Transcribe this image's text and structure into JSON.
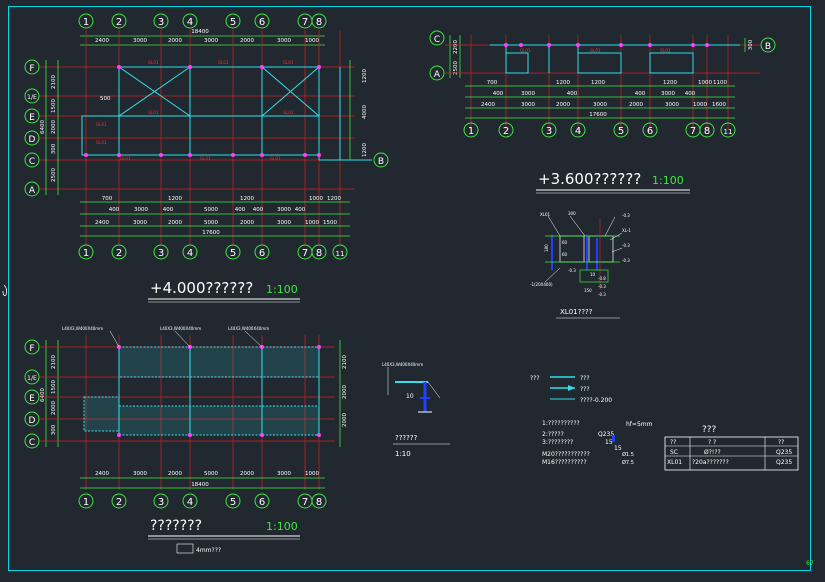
{
  "plan1": {
    "grid_numbers": [
      "1",
      "2",
      "3",
      "4",
      "5",
      "6",
      "7",
      "8"
    ],
    "bottom_extra": "11",
    "letters": [
      "F",
      "1/E",
      "E",
      "D",
      "C",
      "A"
    ],
    "top_total": "18400",
    "top_dims": [
      "2400",
      "3000",
      "2000",
      "3000",
      "2000",
      "3000",
      "1000"
    ],
    "bottom_row1": [
      "700",
      "1200",
      "1200",
      "1000",
      "1200"
    ],
    "bottom_row2": [
      "400",
      "3000",
      "400",
      "5000",
      "400",
      "400",
      "3000",
      "400"
    ],
    "bottom_row3": [
      "2400",
      "3000",
      "2000",
      "5000",
      "2000",
      "3000",
      "1000",
      "1500"
    ],
    "bottom_total": "17600",
    "left_dims": [
      "2100",
      "1500",
      "2000",
      "300",
      "2500"
    ],
    "left_total": "6400",
    "right_dims": [
      "1200",
      "4000",
      "1200"
    ],
    "callout": "500",
    "bubble_b": "B",
    "title": "+4.000??????",
    "scale": "1:100"
  },
  "plan2": {
    "letters_left": [
      "C",
      "A"
    ],
    "left_dims": [
      "2200",
      "2500"
    ],
    "right_dim": "300",
    "bubble_b": "B",
    "row1": [
      "700",
      "1200",
      "1200",
      "1200",
      "1000",
      "1100"
    ],
    "row2": [
      "400",
      "3000",
      "400",
      "400",
      "3000",
      "400"
    ],
    "row3": [
      "2400",
      "3000",
      "2000",
      "3000",
      "2000",
      "3000",
      "1000",
      "1600"
    ],
    "total": "17600",
    "grid_numbers": [
      "1",
      "2",
      "3",
      "4",
      "5",
      "6",
      "7",
      "8"
    ],
    "bottom_extra": "11",
    "title": "+3.600??????",
    "scale": "1:100"
  },
  "plan3": {
    "letters": [
      "F",
      "1/E",
      "E",
      "D",
      "C"
    ],
    "left_dims": [
      "2100",
      "1500",
      "2000",
      "300"
    ],
    "left_total": "6400",
    "right_dims": [
      "2100",
      "2000",
      "2000"
    ],
    "labels": [
      "L40X3,W400X40mm",
      "L40X3,W400X40mm",
      "L40X3,W400X40mm"
    ],
    "bottom_dims": [
      "2400",
      "3000",
      "2000",
      "5000",
      "2000",
      "3000",
      "1000"
    ],
    "total": "18400",
    "grid_numbers": [
      "1",
      "2",
      "3",
      "4",
      "5",
      "6",
      "7",
      "8"
    ],
    "title": "???????",
    "scale": "1:100",
    "legend_text": "4mm???"
  },
  "detail1": {
    "labels": [
      "XL01",
      "300",
      "-0.3",
      "XL-1",
      "-0.3",
      "-0.3",
      "-0.8",
      "-0.3",
      "-0.3",
      "-0.3",
      "180",
      "60",
      "60",
      "10",
      "-1(20X400)"
    ],
    "dim": "150",
    "title": "XL01????"
  },
  "detail2": {
    "label_top": "L40X3,W400X40mm",
    "dim": "10",
    "title": "??????",
    "scale": "1:10"
  },
  "legend": {
    "header": "???",
    "rows": [
      {
        "label": "???"
      },
      {
        "label": "???"
      },
      {
        "label": "????-0.200"
      }
    ]
  },
  "notes": {
    "lines": [
      "1:??????????",
      "2:?????",
      "3:????????",
      "M20???????????",
      "M16??????????"
    ],
    "hf": "hf=5mm",
    "q235": "Q235",
    "fifteen_a": "15",
    "fifteen_b": "15",
    "val1": "Ø1.5",
    "val2": "Ø7.5"
  },
  "table": {
    "title": "???",
    "headers": [
      "??",
      "?  ?",
      "??"
    ],
    "rows": [
      [
        "SC",
        "Ø?!??",
        "Q235"
      ],
      [
        "XL01",
        "?20a???????",
        "Q235"
      ]
    ]
  },
  "corner_mark": "67"
}
